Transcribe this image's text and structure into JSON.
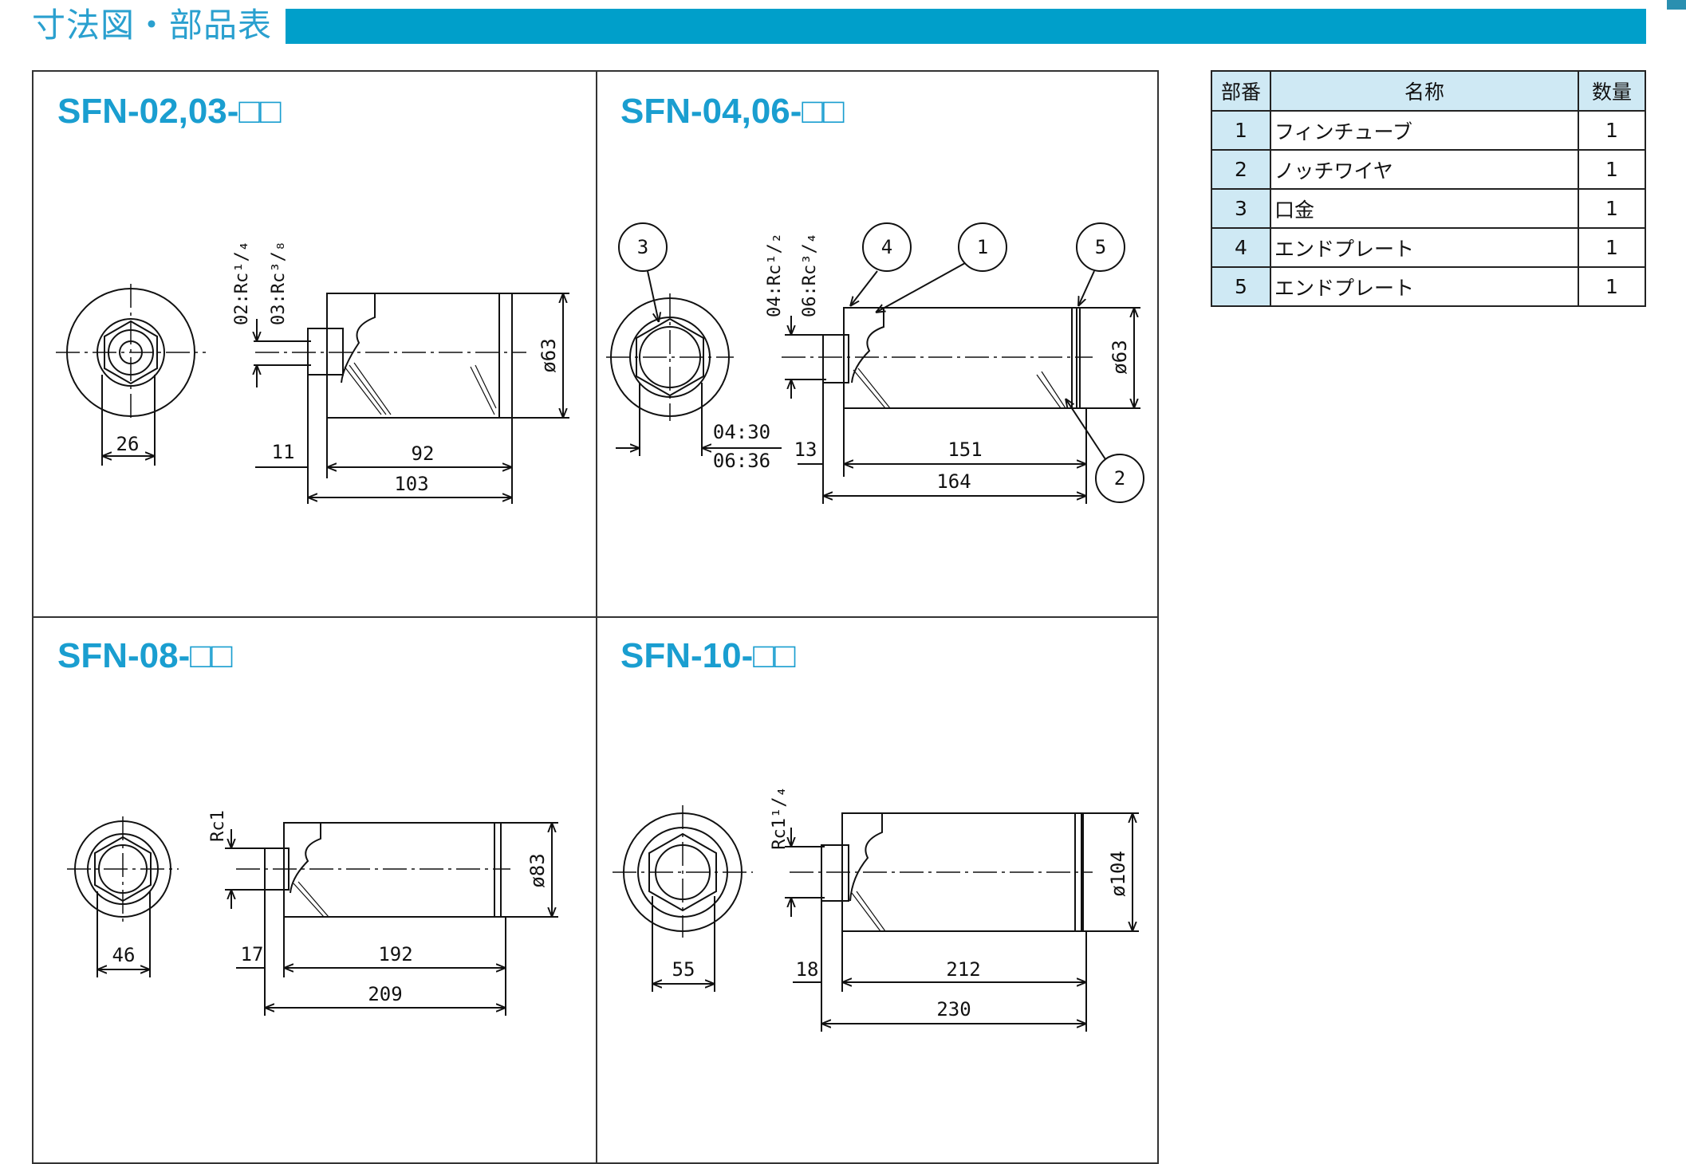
{
  "header": {
    "title": "寸法図・部品表",
    "bar_color": "#009fca"
  },
  "models": [
    {
      "name": "SFN-02,03-□□"
    },
    {
      "name": "SFN-04,06-□□"
    },
    {
      "name": "SFN-08-□□"
    },
    {
      "name": "SFN-10-□□"
    }
  ],
  "drawings": {
    "d1": {
      "thread_a": "02:Rc¹/₄",
      "thread_b": "03:Rc³/₈",
      "hex": "26",
      "inlet": "11",
      "body": "92",
      "total": "103",
      "dia": "ø63"
    },
    "d2": {
      "thread_a": "04:Rc¹/₂",
      "thread_b": "06:Rc³/₄",
      "hex_a": "04:30",
      "hex_b": "06:36",
      "inlet": "13",
      "body": "151",
      "total": "164",
      "dia": "ø63",
      "callouts": [
        "3",
        "4",
        "1",
        "5",
        "2"
      ]
    },
    "d3": {
      "thread": "Rc1",
      "hex": "46",
      "inlet": "17",
      "body": "192",
      "total": "209",
      "dia": "ø83"
    },
    "d4": {
      "thread": "Rc1¹/₄",
      "hex": "55",
      "inlet": "18",
      "body": "212",
      "total": "230",
      "dia": "ø104"
    }
  },
  "parts_table": {
    "headers": [
      "部番",
      "名称",
      "数量"
    ],
    "rows": [
      {
        "no": "1",
        "name": "フィンチューブ",
        "qty": "1"
      },
      {
        "no": "2",
        "name": "ノッチワイヤ",
        "qty": "1"
      },
      {
        "no": "3",
        "name": "口金",
        "qty": "1"
      },
      {
        "no": "4",
        "name": "エンドプレート",
        "qty": "1"
      },
      {
        "no": "5",
        "name": "エンドプレート",
        "qty": "1"
      }
    ]
  }
}
